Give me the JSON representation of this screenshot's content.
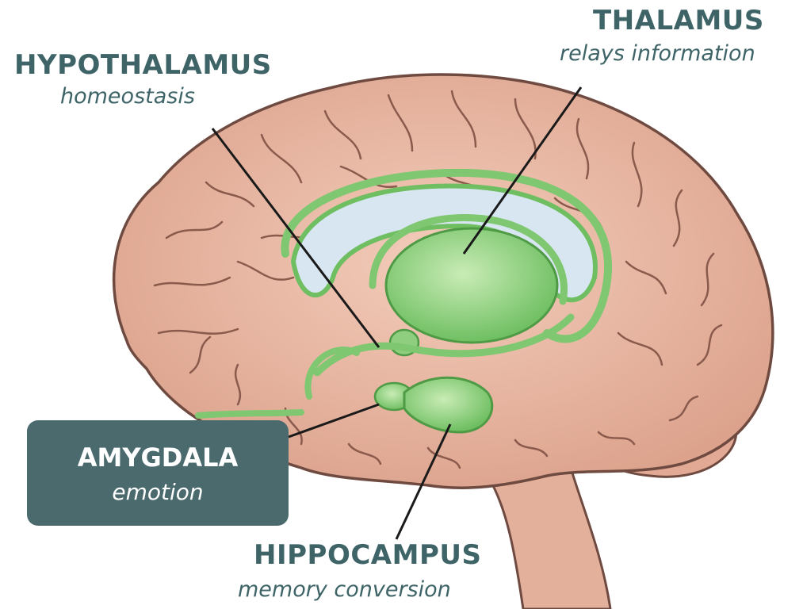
{
  "labels": {
    "hypothalamus": {
      "title": "HYPOTHALAMUS",
      "subtitle": "homeostasis"
    },
    "thalamus": {
      "title": "THALAMUS",
      "subtitle": "relays information"
    },
    "amygdala": {
      "title": "AMYGDALA",
      "subtitle": "emotion"
    },
    "hippocampus": {
      "title": "HIPPOCAMPUS",
      "subtitle": "memory conversion"
    }
  },
  "colors": {
    "label_text": "#3e6468",
    "amygdala_box": "#4a6a6e",
    "brain_fill": "#e9b9a5",
    "brain_outline": "#6e4a40",
    "limbic_green": "#8fce7f",
    "ventricle_blue": "#d6e4f0",
    "leader_line": "#1a1a1a"
  }
}
